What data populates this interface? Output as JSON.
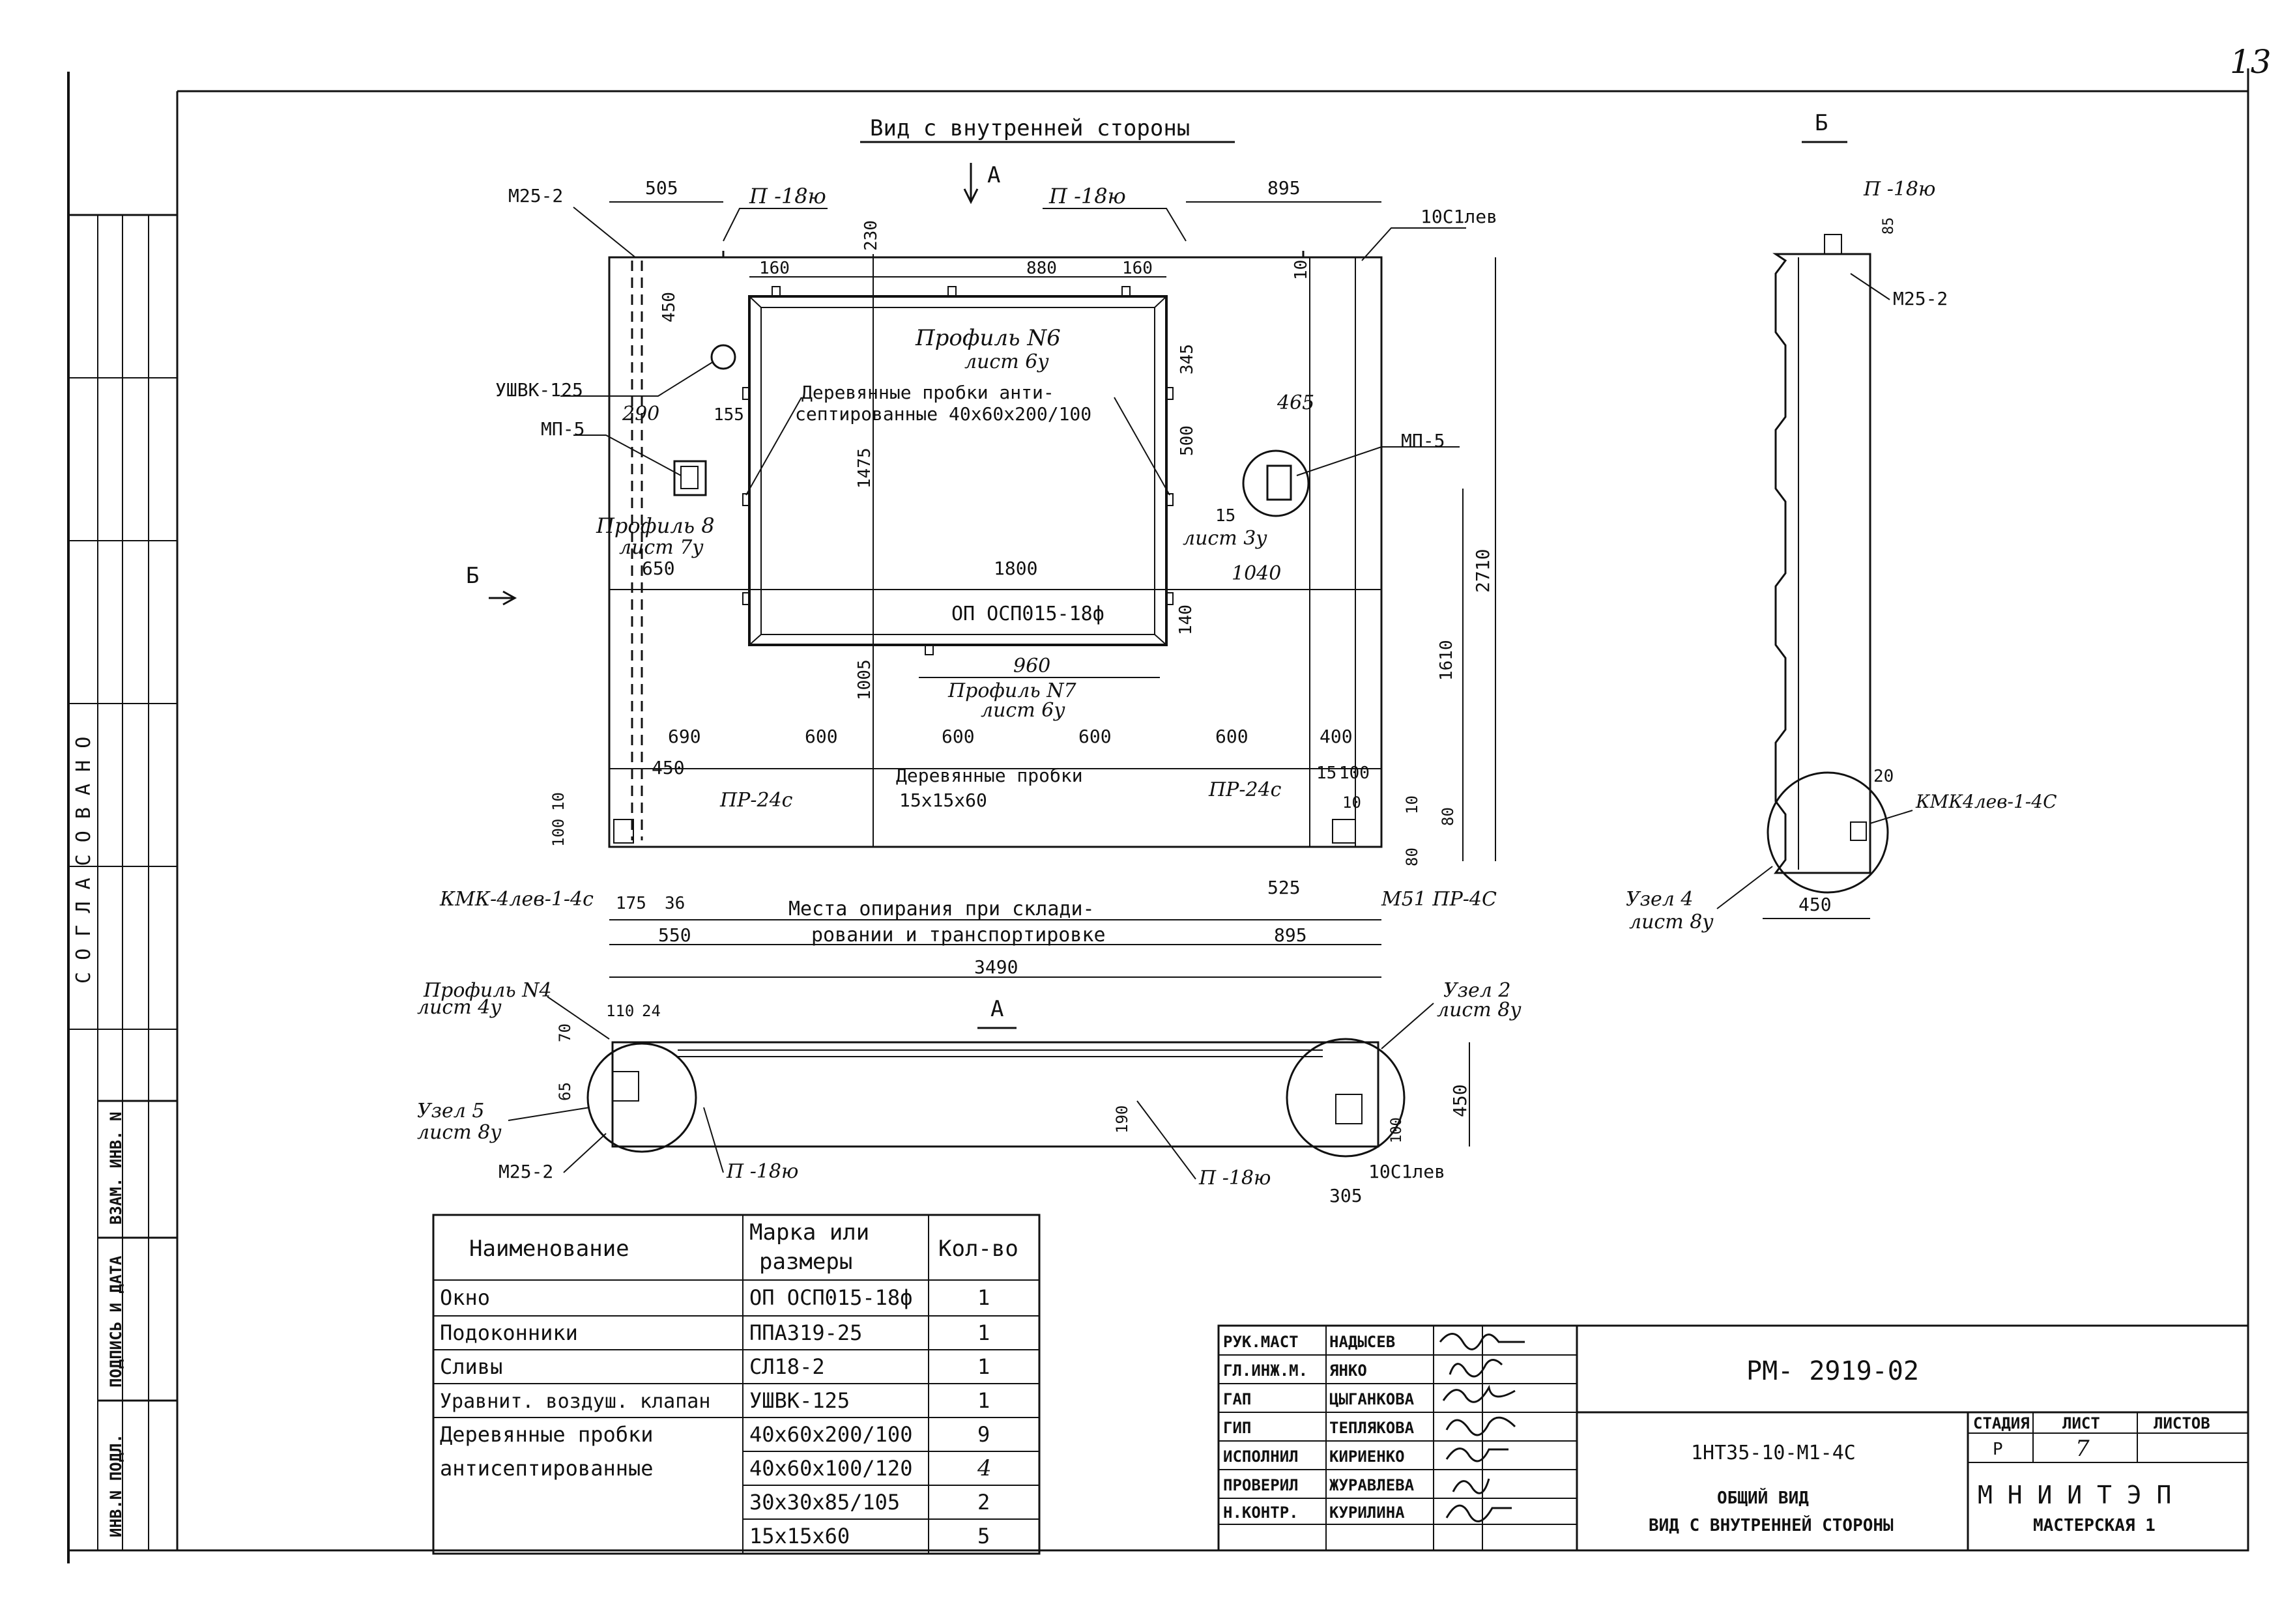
{
  "page_number": "13",
  "view_title": "Вид с внутренней стороны",
  "arrow_a": "А",
  "arrow_b": "Б",
  "section_b_title": "Б",
  "section_a_title": "А",
  "front_labels": {
    "m25_2": "М25-2",
    "p18_left": "П -18ю",
    "p18_right": "П -18ю",
    "c10_lev": "10С1лев",
    "ushvk": "УШВК-125",
    "mp5_left": "МП-5",
    "mp5_right": "МП-5",
    "profile6": "Профиль N6",
    "sheet6": "лист 6у",
    "probki_1": "Деревянные пробки анти-",
    "probki_2": "септированные 40х60х200/100",
    "profile8": "Профиль 8",
    "sheet7": "лист 7у",
    "sheet3": "лист 3у",
    "window": "ОП ОСП015-18ф",
    "profile7": "Профиль N7",
    "sheet6b": "лист 6у",
    "probki_15": "Деревянные пробки",
    "probki_15_size": "15х15х60",
    "pr24c_left": "ПР-24с",
    "pr24c_right": "ПР-24с",
    "kmk_left": "КМК-4лев-1-4с",
    "m51": "М51 ПР-4С",
    "support_1": "Места опирания при склади-",
    "support_2": "ровании и транспортировке"
  },
  "front_dims": {
    "d505": "505",
    "d895": "895",
    "d230": "230",
    "d160a": "160",
    "d880": "880",
    "d160b": "160",
    "d10": "10",
    "d450": "450",
    "d290": "290",
    "d155": "155",
    "d345": "345",
    "d465": "465",
    "d500": "500",
    "d1475": "1475",
    "d15": "15",
    "d650": "650",
    "d1800": "1800",
    "d1040": "1040",
    "d2710": "2710",
    "d140": "140",
    "d960": "960",
    "d1005": "1005",
    "d1610": "1610",
    "d690": "690",
    "d600a": "600",
    "d600b": "600",
    "d600c": "600",
    "d600d": "600",
    "d400": "400",
    "d450b": "450",
    "d15b": "15",
    "d100": "100",
    "d10b": "10",
    "d100b": "100",
    "d10c": "10",
    "d10d": "10",
    "d80": "80",
    "d80b": "80",
    "d175": "175",
    "d36": "36",
    "d525": "525",
    "d550": "550",
    "d895b": "895",
    "d3490": "3490"
  },
  "side_labels": {
    "p18": "П -18ю",
    "d85": "85",
    "m25_2": "М25-2",
    "kmk": "КМК4лев-1-4С",
    "d20": "20",
    "uzel4": "Узел 4",
    "sheet8": "лист 8у",
    "d450": "450"
  },
  "plan_labels": {
    "profile4": "Профиль N4",
    "sheet4": "лист 4у",
    "d110": "110",
    "d24": "24",
    "d70": "70",
    "d65": "65",
    "uzel5": "Узел 5",
    "sheet8a": "лист 8у",
    "m25_2": "М25-2",
    "p18_a": "П -18ю",
    "p18_b": "П -18ю",
    "d190": "190",
    "d305": "305",
    "d100": "100",
    "c10_lev": "10С1лев",
    "uzel2": "Узел 2",
    "sheet8b": "лист 8у",
    "d450": "450"
  },
  "spec_table": {
    "headers": [
      "Наименование",
      "Марка или",
      "размеры",
      "Кол-во"
    ],
    "rows": [
      [
        "Окно",
        "ОП ОСП015-18ф",
        "1"
      ],
      [
        "Подоконники",
        "ППА319-25",
        "1"
      ],
      [
        "Сливы",
        "СЛ18-2",
        "1"
      ],
      [
        "Уравнит. воздуш. клапан",
        "УШВК-125",
        "1"
      ],
      [
        "Деревянные пробки",
        "40х60х200/100",
        "9"
      ],
      [
        "антисептированные",
        "40х60х100/120",
        "4"
      ],
      [
        "",
        "30х30х85/105",
        "2"
      ],
      [
        "",
        "15х15х60",
        "5"
      ]
    ]
  },
  "title_block": {
    "roles": [
      "РУК.МАСТ",
      "ГЛ.ИНЖ.М.",
      "ГАП",
      "ГИП",
      "ИСПОЛНИЛ",
      "ПРОВЕРИЛ",
      "Н.КОНТР."
    ],
    "names": [
      "НАДЫСЕВ",
      "ЯНКО",
      "ЦЫГАНКОВА",
      "ТЕПЛЯКОВА",
      "КИРИЕНКО",
      "ЖУРАВЛЕВА",
      "КУРИЛИНА"
    ],
    "doc_code": "РМ- 2919-02",
    "product_code": "1НТ35-10-М1-4С",
    "desc_1": "ОБЩИЙ ВИД",
    "desc_2": "ВИД С ВНУТРЕННЕЙ СТОРОНЫ",
    "stage_label": "СТАДИЯ",
    "sheet_label": "ЛИСТ",
    "sheets_label": "ЛИСТОВ",
    "stage_value": "Р",
    "sheet_value": "7",
    "org": "М Н И И Т Э П",
    "workshop": "МАСТЕРСКАЯ 1"
  },
  "side_stamp": {
    "agreed": "С О Г Л А С О В А Н О",
    "vzam": "ВЗАМ. ИНВ. N",
    "podpis": "ПОДПИСЬ И ДАТА",
    "inv": "ИНВ.N ПОДЛ."
  }
}
